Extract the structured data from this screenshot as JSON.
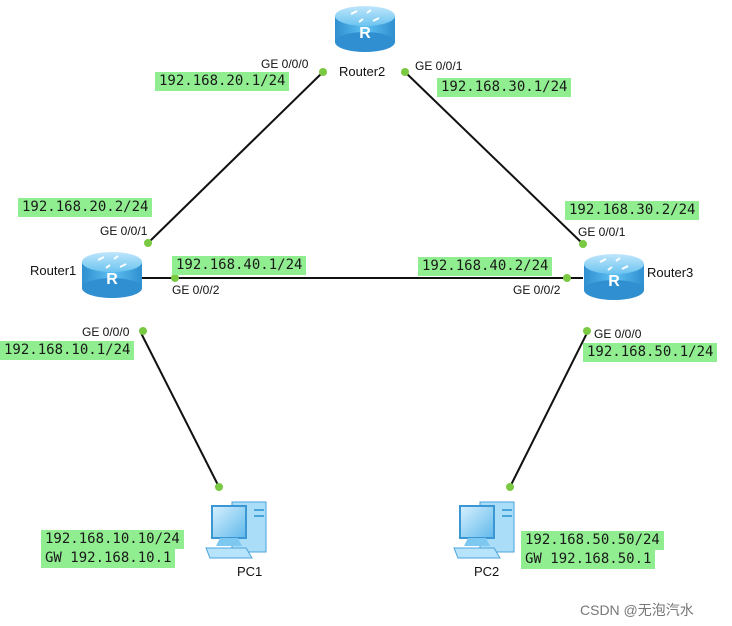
{
  "colors": {
    "link": "#111111",
    "port_dot": "#7ac943",
    "label_bg": "#90ee90",
    "router_body": "#3aa8e6"
  },
  "devices": {
    "router1": {
      "name": "Router1",
      "icon": "router-icon"
    },
    "router2": {
      "name": "Router2",
      "icon": "router-icon"
    },
    "router3": {
      "name": "Router3",
      "icon": "router-icon"
    },
    "pc1": {
      "name": "PC1",
      "icon": "pc-icon"
    },
    "pc2": {
      "name": "PC2",
      "icon": "pc-icon"
    }
  },
  "ports": {
    "r2_g000": "GE 0/0/0",
    "r2_g001": "GE 0/0/1",
    "r1_g001": "GE 0/0/1",
    "r1_g002": "GE 0/0/2",
    "r1_g000": "GE 0/0/0",
    "r3_g001": "GE 0/0/1",
    "r3_g002": "GE 0/0/2",
    "r3_g000": "GE 0/0/0"
  },
  "addresses": {
    "r2_g000": "192.168.20.1/24",
    "r2_g001": "192.168.30.1/24",
    "r1_g001": "192.168.20.2/24",
    "r3_g001": "192.168.30.2/24",
    "r1_g002": "192.168.40.1/24",
    "r3_g002": "192.168.40.2/24",
    "r1_g000": "192.168.10.1/24",
    "r3_g000": "192.168.50.1/24",
    "pc1_ip": "192.168.10.10/24",
    "pc1_gw": "GW 192.168.10.1",
    "pc2_ip": "192.168.50.50/24",
    "pc2_gw": "GW 192.168.50.1"
  },
  "watermark": "CSDN @无泡汽水"
}
